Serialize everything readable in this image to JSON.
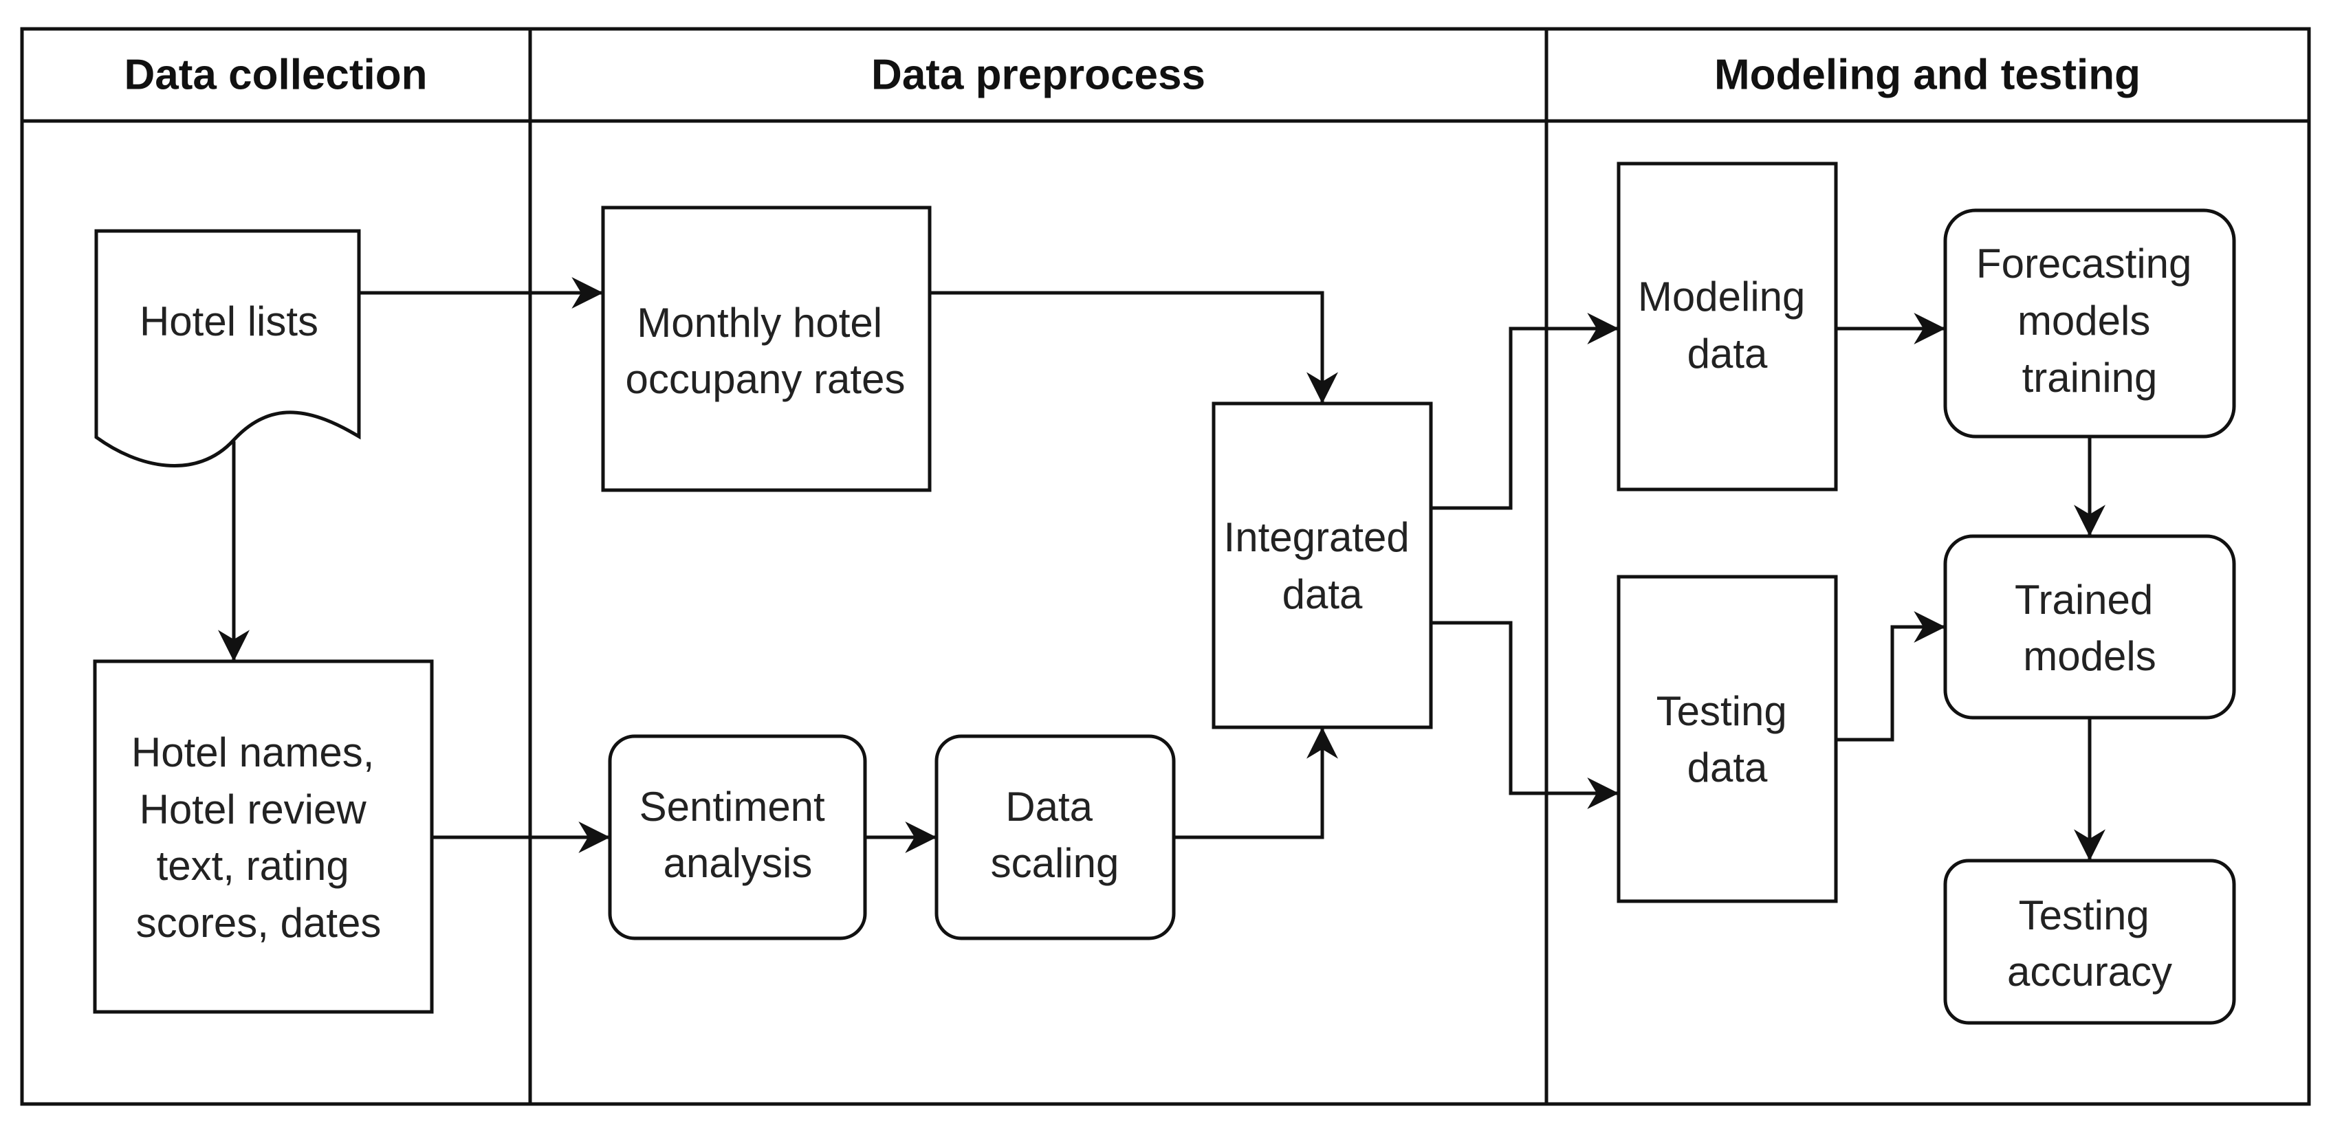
{
  "lanes": [
    {
      "id": "data-collection",
      "title": "Data collection"
    },
    {
      "id": "data-preprocess",
      "title": "Data preprocess"
    },
    {
      "id": "modeling-testing",
      "title": "Modeling and testing"
    }
  ],
  "nodes": {
    "hotel_lists": {
      "shape": "document",
      "lines": [
        "Hotel lists"
      ]
    },
    "hotel_names": {
      "shape": "rect",
      "lines": [
        "Hotel names,",
        "Hotel review",
        "text, rating",
        "scores, dates"
      ]
    },
    "monthly_occupancy": {
      "shape": "rect",
      "lines": [
        "Monthly hotel",
        "occupany rates"
      ]
    },
    "sentiment_analysis": {
      "shape": "rounded",
      "lines": [
        "Sentiment",
        "analysis"
      ]
    },
    "data_scaling": {
      "shape": "rounded",
      "lines": [
        "Data",
        "scaling"
      ]
    },
    "integrated_data": {
      "shape": "rect",
      "lines": [
        "Integrated",
        "data"
      ]
    },
    "modeling_data": {
      "shape": "rect",
      "lines": [
        "Modeling",
        "data"
      ]
    },
    "testing_data": {
      "shape": "rect",
      "lines": [
        "Testing",
        "data"
      ]
    },
    "forecasting_training": {
      "shape": "rounded",
      "lines": [
        "Forecasting",
        "models",
        "training"
      ]
    },
    "trained_models": {
      "shape": "rounded",
      "lines": [
        "Trained",
        "models"
      ]
    },
    "testing_accuracy": {
      "shape": "rounded",
      "lines": [
        "Testing",
        "accuracy"
      ]
    }
  },
  "edges": [
    {
      "from": "hotel_lists",
      "to": "monthly_occupancy"
    },
    {
      "from": "hotel_lists",
      "to": "hotel_names"
    },
    {
      "from": "hotel_names",
      "to": "sentiment_analysis"
    },
    {
      "from": "sentiment_analysis",
      "to": "data_scaling"
    },
    {
      "from": "monthly_occupancy",
      "to": "integrated_data"
    },
    {
      "from": "data_scaling",
      "to": "integrated_data"
    },
    {
      "from": "integrated_data",
      "to": "modeling_data"
    },
    {
      "from": "integrated_data",
      "to": "testing_data"
    },
    {
      "from": "modeling_data",
      "to": "forecasting_training"
    },
    {
      "from": "forecasting_training",
      "to": "trained_models"
    },
    {
      "from": "testing_data",
      "to": "trained_models"
    },
    {
      "from": "trained_models",
      "to": "testing_accuracy"
    }
  ]
}
